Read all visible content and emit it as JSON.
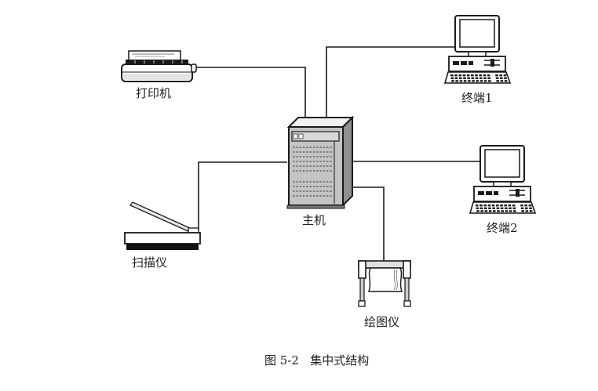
{
  "diagram": {
    "caption": "图 5-2   集中式结构",
    "center": {
      "id": "host",
      "label": "主机"
    },
    "nodes": [
      {
        "id": "printer",
        "label": "打印机",
        "type": "printer-icon"
      },
      {
        "id": "scanner",
        "label": "扫描仪",
        "type": "scanner-icon"
      },
      {
        "id": "terminal1",
        "label": "终端1",
        "type": "computer-terminal-icon"
      },
      {
        "id": "terminal2",
        "label": "终端2",
        "type": "computer-terminal-icon"
      },
      {
        "id": "plotter",
        "label": "绘图仪",
        "type": "plotter-icon"
      }
    ],
    "connections": [
      {
        "from": "host",
        "to": "printer"
      },
      {
        "from": "host",
        "to": "terminal1"
      },
      {
        "from": "host",
        "to": "scanner"
      },
      {
        "from": "host",
        "to": "terminal2"
      },
      {
        "from": "host",
        "to": "plotter"
      }
    ],
    "colors": {
      "line": "#1a1a1a",
      "device_gray": "#bdbdbd",
      "device_dark": "#8a8a8a"
    }
  }
}
